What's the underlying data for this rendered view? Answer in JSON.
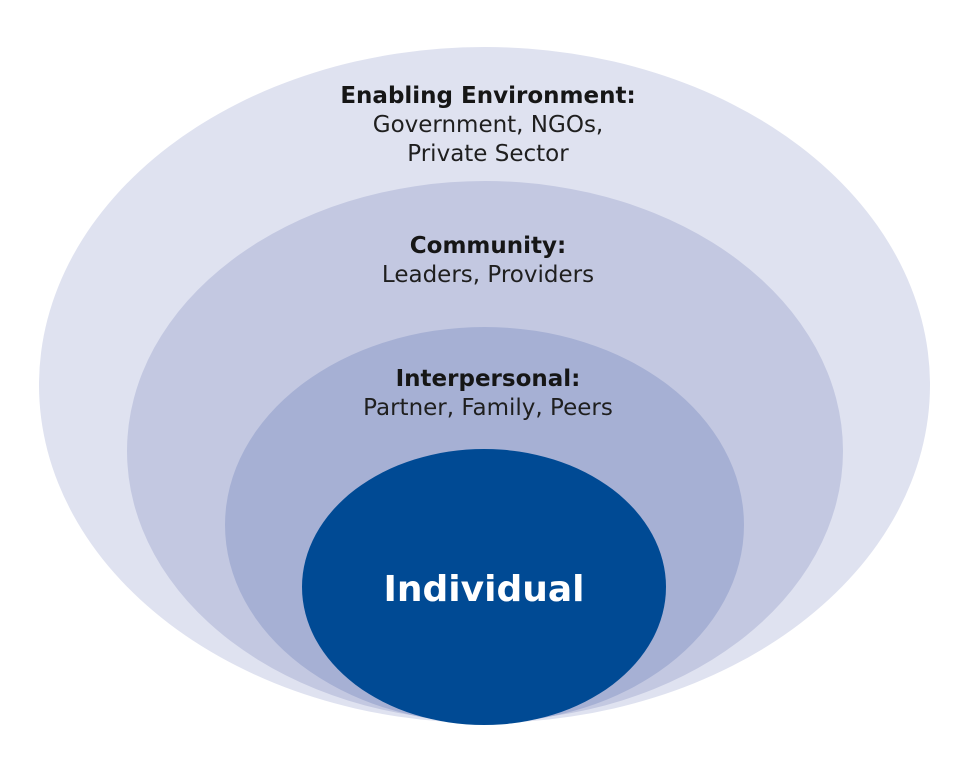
{
  "diagram": {
    "outer": {
      "title": "Enabling Environment:",
      "line1": "Government, NGOs,",
      "line2": "Private Sector"
    },
    "community": {
      "title": "Community:",
      "line1": "Leaders, Providers"
    },
    "interpersonal": {
      "title": "Interpersonal:",
      "line1": "Partner, Family, Peers"
    },
    "individual": {
      "title": "Individual"
    }
  },
  "colors": {
    "outer": "#dfe2f0",
    "community": "#c3c8e1",
    "interpersonal": "#a6b0d4",
    "individual": "#004a94"
  }
}
